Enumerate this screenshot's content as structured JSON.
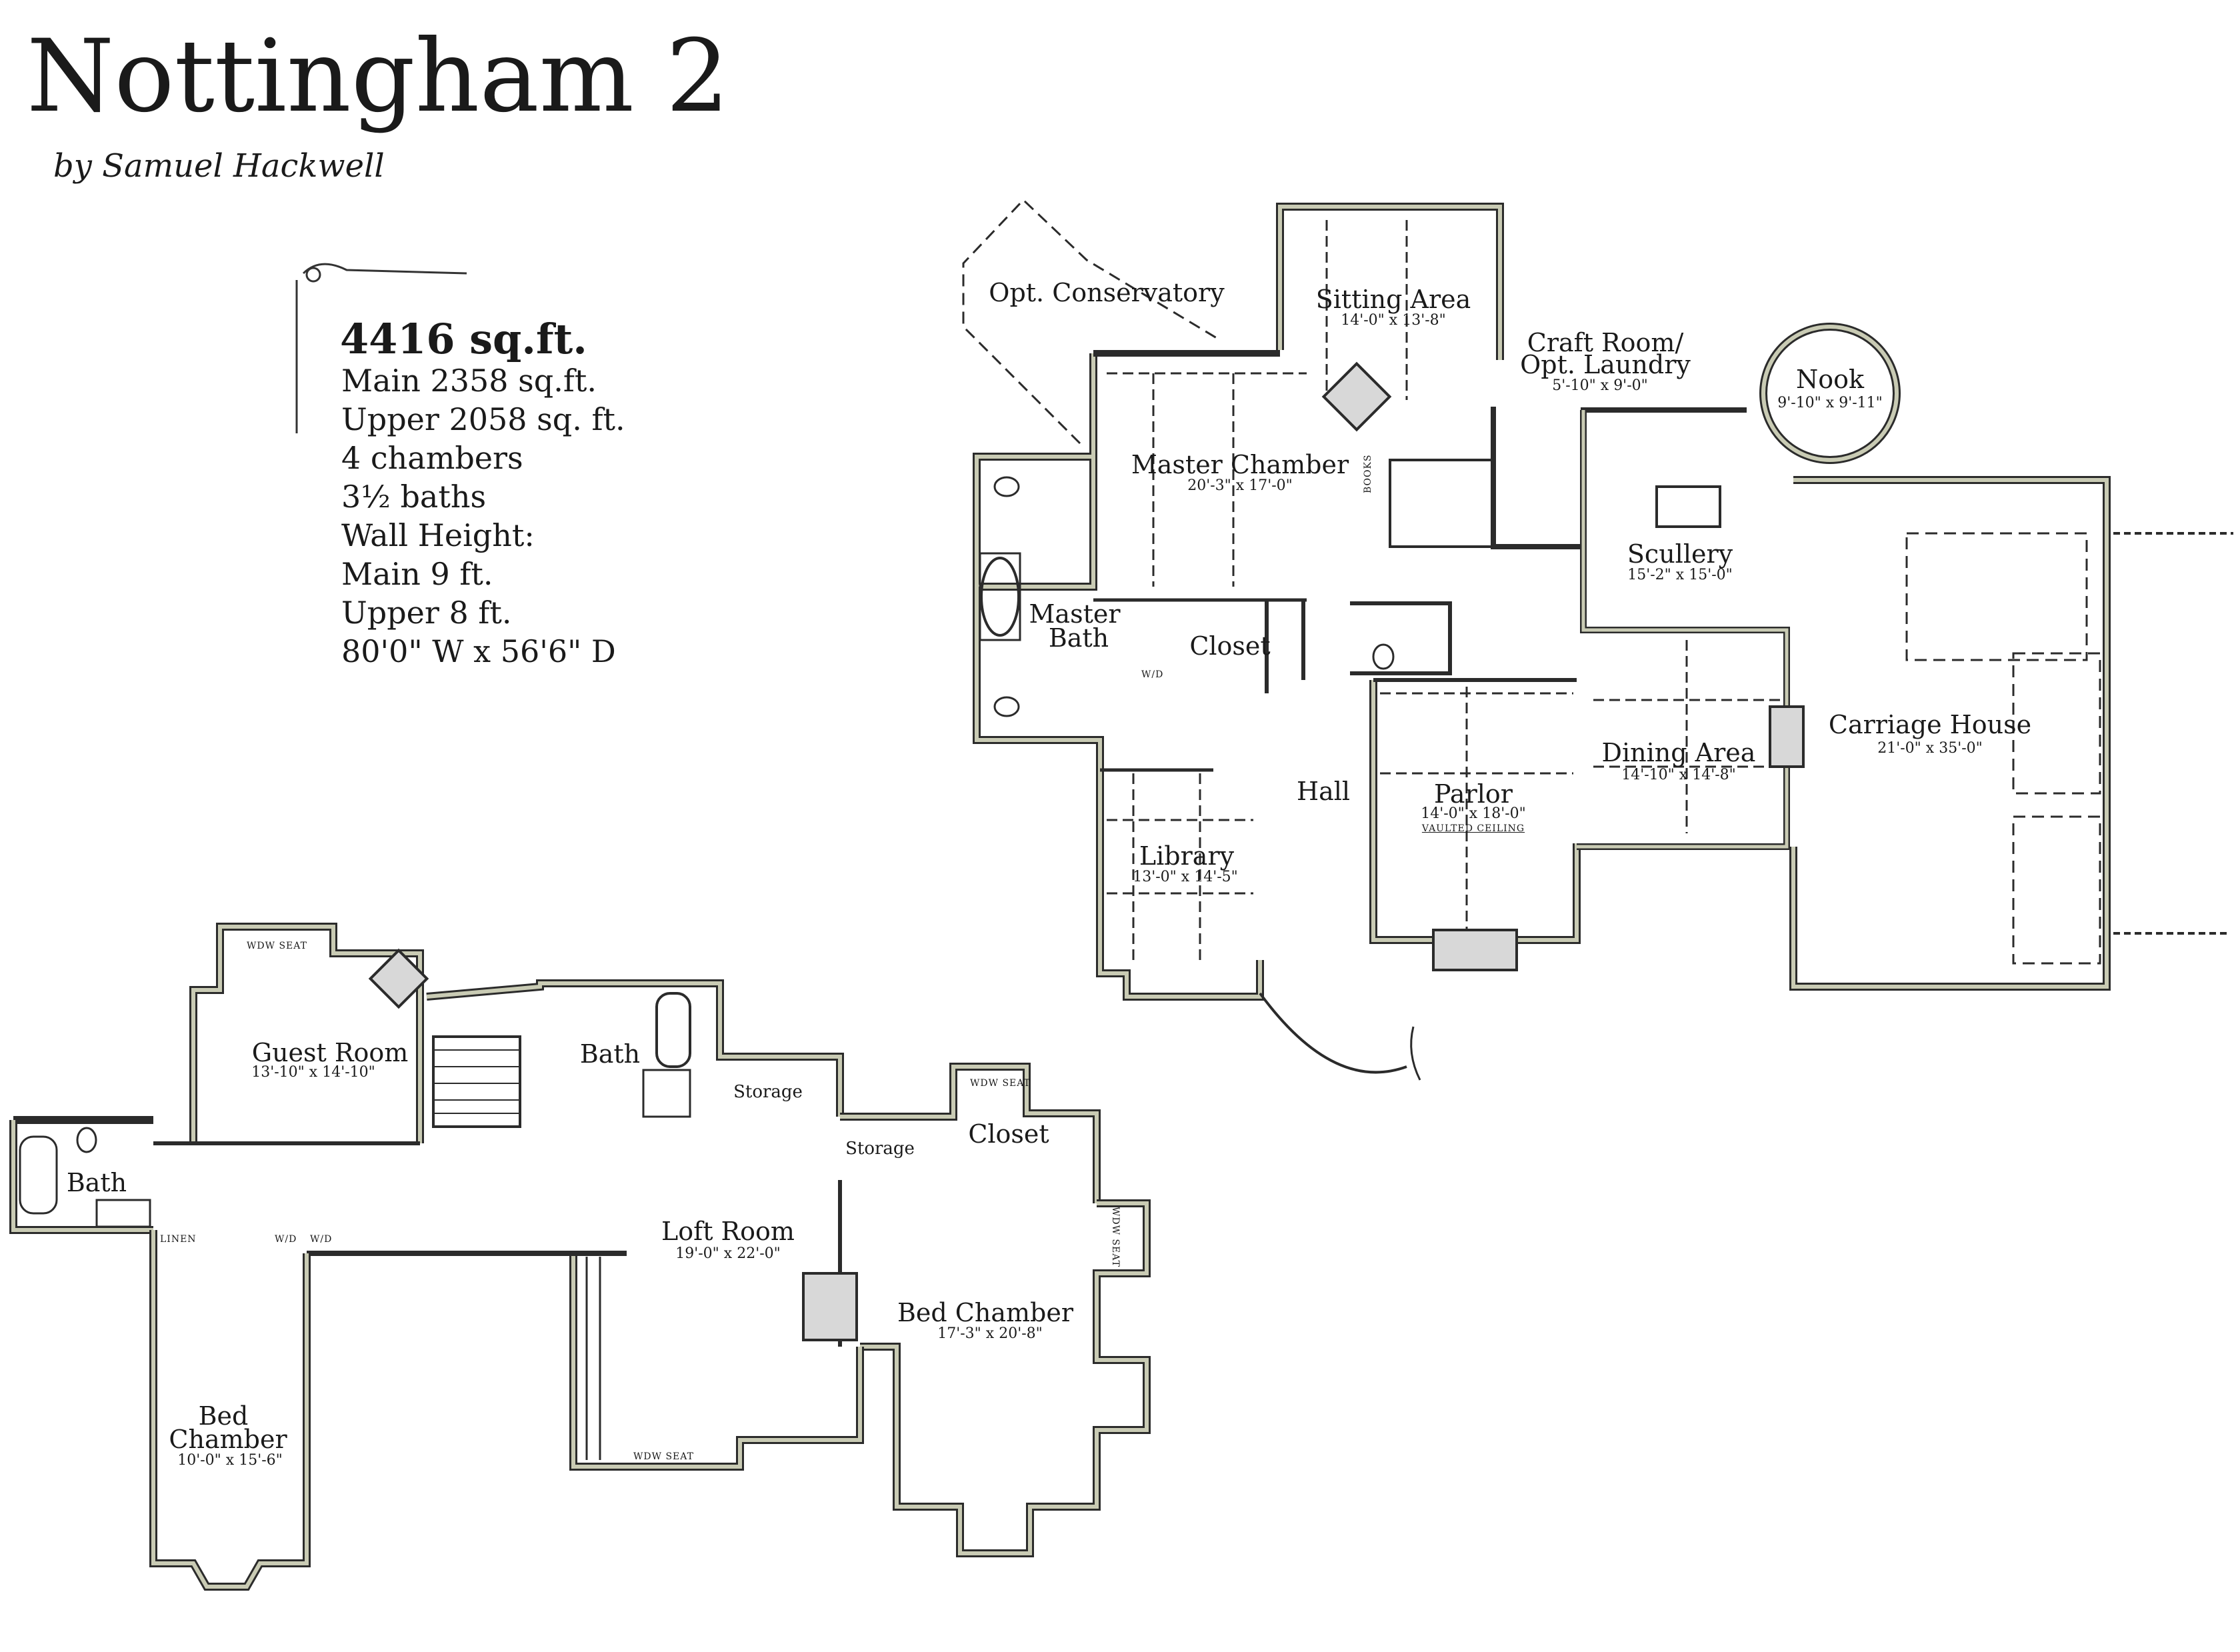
{
  "header": {
    "title": "Nottingham 2",
    "byline": "by Samuel Hackwell"
  },
  "specs": {
    "total": "4416 sq.ft.",
    "lines": [
      "Main 2358 sq.ft.",
      "Upper 2058 sq. ft.",
      "4 chambers",
      "3½ baths",
      "Wall Height:",
      "Main 9 ft.",
      "Upper 8 ft.",
      "80'0\" W x 56'6\" D"
    ]
  },
  "main_floor": {
    "rooms": [
      {
        "name": "Opt. Conservatory",
        "dims": ""
      },
      {
        "name": "Sitting Area",
        "dims": "14'-0\" x 13'-8\""
      },
      {
        "name": "Craft Room/",
        "name2": "Opt. Laundry",
        "dims": "5'-10\" x 9'-0\""
      },
      {
        "name": "Nook",
        "dims": "9'-10\" x 9'-11\""
      },
      {
        "name": "Master Chamber",
        "dims": "20'-3\" x 17'-0\""
      },
      {
        "name": "Master",
        "name2": "Bath",
        "dims": ""
      },
      {
        "name": "Closet",
        "dims": ""
      },
      {
        "name": "Scullery",
        "dims": "15'-2\" x 15'-0\""
      },
      {
        "name": "Hall",
        "dims": ""
      },
      {
        "name": "Parlor",
        "dims": "14'-0\" x 18'-0\"",
        "note": "VAULTED CEILING"
      },
      {
        "name": "Dining Area",
        "dims": "14'-10\" x 14'-8\""
      },
      {
        "name": "Carriage House",
        "dims": "21'-0\" x 35'-0\""
      },
      {
        "name": "Library",
        "dims": "13'-0\" x 14'-5\""
      }
    ],
    "small_labels": [
      "BOOKS",
      "W/D"
    ]
  },
  "upper_floor": {
    "rooms": [
      {
        "name": "Guest Room",
        "dims": "13'-10\" x 14'-10\""
      },
      {
        "name": "Bath",
        "dims": ""
      },
      {
        "name": "Storage",
        "dims": ""
      },
      {
        "name": "Storage",
        "dims": ""
      },
      {
        "name": "Closet",
        "dims": ""
      },
      {
        "name": "Bath",
        "dims": ""
      },
      {
        "name": "Loft Room",
        "dims": "19'-0\" x 22'-0\""
      },
      {
        "name": "Bed Chamber",
        "dims": "17'-3\" x 20'-8\""
      },
      {
        "name": "Bed",
        "name2": "Chamber",
        "dims": "10'-0\" x 15'-6\""
      }
    ],
    "small_labels": [
      "LINEN",
      "W/D",
      "W/D",
      "WDW SEAT",
      "WDW SEAT",
      "WDW SEAT",
      "WDW SEAT"
    ]
  },
  "colors": {
    "wall_fill": "#c9cbb4",
    "wall_stroke": "#2b2b2b",
    "line": "#333333"
  }
}
